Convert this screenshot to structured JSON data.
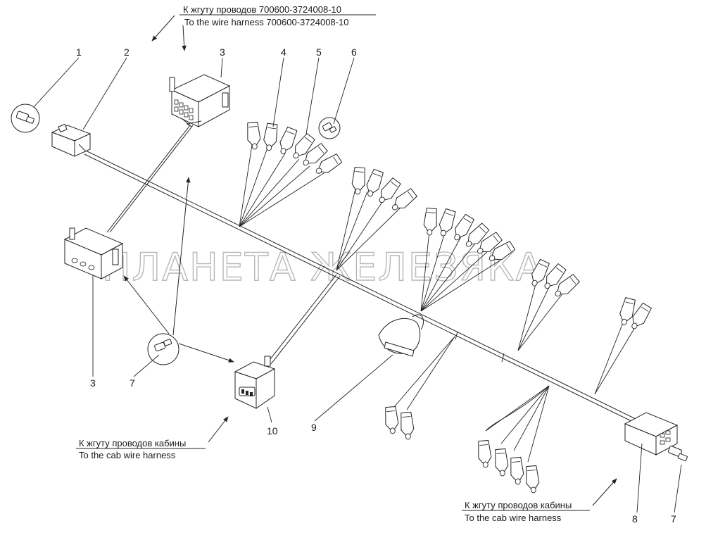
{
  "captions": {
    "top_ru": "К жгуту проводов 700600-3724008-10",
    "top_en": "To the wire harness 700600-3724008-10",
    "left_ru": "К жгуту проводов кабины",
    "left_en": "To the cab wire harness",
    "right_ru": "К жгуту проводов кабины",
    "right_en": "To the cab wire harness"
  },
  "callouts": {
    "c1": "1",
    "c2": "2",
    "c3a": "3",
    "c4": "4",
    "c5": "5",
    "c6": "6",
    "c3b": "3",
    "c7a": "7",
    "c10": "10",
    "c9": "9",
    "c8": "8",
    "c7b": "7"
  },
  "watermark": "ПЛАНЕТА ЖЕЛЕЗЯКА"
}
